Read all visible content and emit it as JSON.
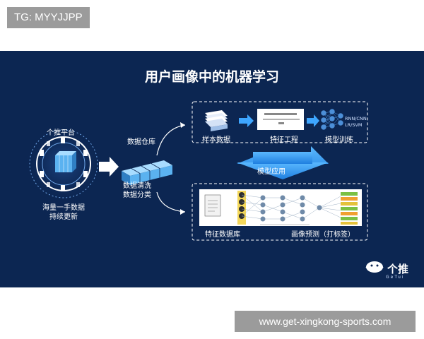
{
  "watermark_top": "TG: MYYJJPP",
  "watermark_bottom": "www.get-xingkong-sports.com",
  "diagram": {
    "title": "用户画像中的机器学习",
    "platform_label": "个推平台",
    "source_label_line1": "海量一手数据",
    "source_label_line2": "持续更新",
    "warehouse_label": "数据仓库",
    "clean_label_line1": "数据清洗",
    "clean_label_line2": "数据分类",
    "sample_label": "样本数据",
    "feature_eng_label": "特征工程",
    "model_train_label": "模型训练",
    "model_types_line1": "RNN/CNN",
    "model_types_line2": "LR/SVM",
    "model_apply_label": "模型应用",
    "feature_db_label": "特征数据库",
    "predict_label": "画像预测（打标签）",
    "logo_text": "个推",
    "logo_sub": "GeTui"
  }
}
